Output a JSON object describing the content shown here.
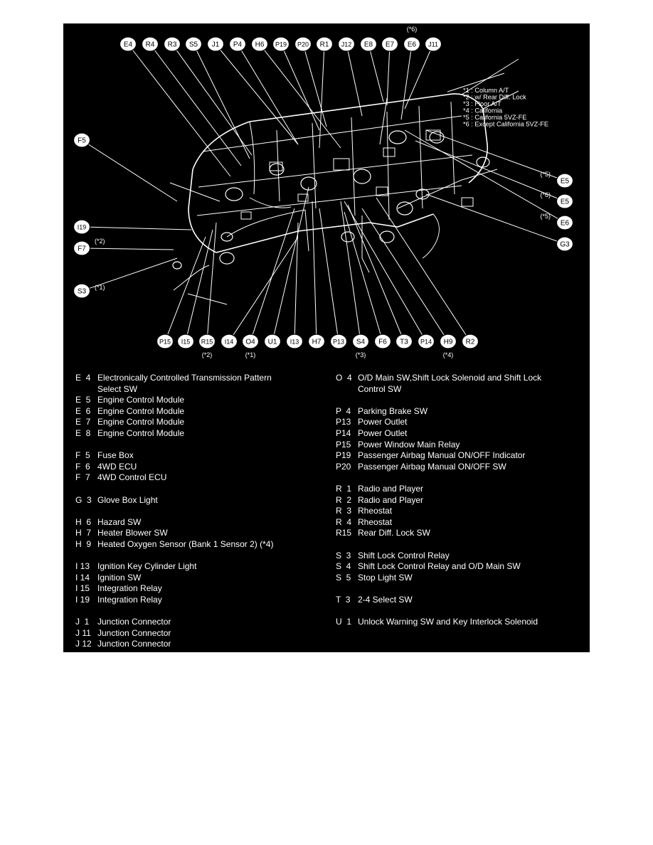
{
  "diagram": {
    "top_callouts": [
      "E4",
      "R4",
      "R3",
      "S5",
      "J1",
      "P4",
      "H6",
      "P19",
      "P20",
      "R1",
      "J12",
      "E8",
      "E7",
      "E6",
      "J11"
    ],
    "top_callout_notes": [
      "",
      "",
      "",
      "",
      "",
      "",
      "",
      "",
      "",
      "",
      "",
      "",
      "",
      "(*6)",
      ""
    ],
    "left_callouts": [
      {
        "label": "F5",
        "note": ""
      },
      {
        "label": "I19",
        "note": ""
      },
      {
        "label": "F7",
        "note": "(*2)"
      },
      {
        "label": "S3",
        "note": "(*1)"
      }
    ],
    "right_callouts": [
      {
        "label": "E5",
        "note": "(*5)"
      },
      {
        "label": "E5",
        "note": "(*6)"
      },
      {
        "label": "E6",
        "note": "(*5)"
      },
      {
        "label": "G3",
        "note": ""
      }
    ],
    "bottom_callouts": [
      "P15",
      "I15",
      "R15",
      "I14",
      "O4",
      "U1",
      "I13",
      "H7",
      "P13",
      "S4",
      "F6",
      "T3",
      "P14",
      "H9",
      "R2"
    ],
    "bottom_callout_notes": [
      "",
      "",
      "(*2)",
      "",
      "(*1)",
      "",
      "",
      "",
      "",
      "(*3)",
      "",
      "",
      "",
      "(*4)",
      ""
    ],
    "footnotes": [
      "*1 : Column A/T",
      "*2 : w/ Rear Diff. Lock",
      "*3 : Floor A/T",
      "*4 : California",
      "*5 : California 5VZ-FE",
      "*6 : Except California 5VZ-FE"
    ]
  },
  "legend": {
    "left": [
      {
        "code": "E  4",
        "desc": "Electronically Controlled Transmission Pattern"
      },
      {
        "code": "",
        "desc": "Select SW"
      },
      {
        "code": "E  5",
        "desc": "Engine Control Module"
      },
      {
        "code": "E  6",
        "desc": "Engine Control Module"
      },
      {
        "code": "E  7",
        "desc": "Engine Control Module"
      },
      {
        "code": "E  8",
        "desc": "Engine Control Module"
      },
      {
        "gap": true
      },
      {
        "code": "F  5",
        "desc": "Fuse Box"
      },
      {
        "code": "F  6",
        "desc": "4WD ECU"
      },
      {
        "code": "F  7",
        "desc": "4WD Control ECU"
      },
      {
        "gap": true
      },
      {
        "code": "G  3",
        "desc": "Glove Box Light"
      },
      {
        "gap": true
      },
      {
        "code": "H  6",
        "desc": "Hazard SW"
      },
      {
        "code": "H  7",
        "desc": "Heater Blower SW"
      },
      {
        "code": "H  9",
        "desc": "Heated Oxygen Sensor (Bank 1 Sensor 2) (*4)"
      },
      {
        "gap": true
      },
      {
        "code": "I 13",
        "desc": "Ignition Key Cylinder Light"
      },
      {
        "code": "I 14",
        "desc": "Ignition SW"
      },
      {
        "code": "I 15",
        "desc": "Integration Relay"
      },
      {
        "code": "I 19",
        "desc": "Integration Relay"
      },
      {
        "gap": true
      },
      {
        "code": "J  1",
        "desc": "Junction Connector"
      },
      {
        "code": "J 11",
        "desc": "Junction Connector"
      },
      {
        "code": "J 12",
        "desc": "Junction Connector"
      }
    ],
    "right": [
      {
        "code": "O  4",
        "desc": "O/D Main SW,Shift Lock Solenoid and Shift Lock"
      },
      {
        "code": "",
        "desc": "Control SW"
      },
      {
        "gap": true
      },
      {
        "code": "P  4",
        "desc": "Parking Brake SW"
      },
      {
        "code": "P13",
        "desc": "Power Outlet"
      },
      {
        "code": "P14",
        "desc": "Power Outlet"
      },
      {
        "code": "P15",
        "desc": "Power Window Main Relay"
      },
      {
        "code": "P19",
        "desc": "Passenger Airbag Manual ON/OFF Indicator"
      },
      {
        "code": "P20",
        "desc": "Passenger Airbag Manual ON/OFF SW"
      },
      {
        "gap": true
      },
      {
        "code": "R  1",
        "desc": "Radio and Player"
      },
      {
        "code": "R  2",
        "desc": "Radio and Player"
      },
      {
        "code": "R  3",
        "desc": "Rheostat"
      },
      {
        "code": "R  4",
        "desc": "Rheostat"
      },
      {
        "code": "R15",
        "desc": "Rear Diff. Lock SW"
      },
      {
        "gap": true
      },
      {
        "code": "S  3",
        "desc": "Shift Lock Control Relay"
      },
      {
        "code": "S  4",
        "desc": "Shift Lock Control Relay and O/D Main SW"
      },
      {
        "code": "S  5",
        "desc": "Stop Light SW"
      },
      {
        "gap": true
      },
      {
        "code": "T  3",
        "desc": "2-4 Select SW"
      },
      {
        "gap": true
      },
      {
        "code": "U  1",
        "desc": "Unlock Warning SW and Key Interlock Solenoid"
      }
    ]
  }
}
